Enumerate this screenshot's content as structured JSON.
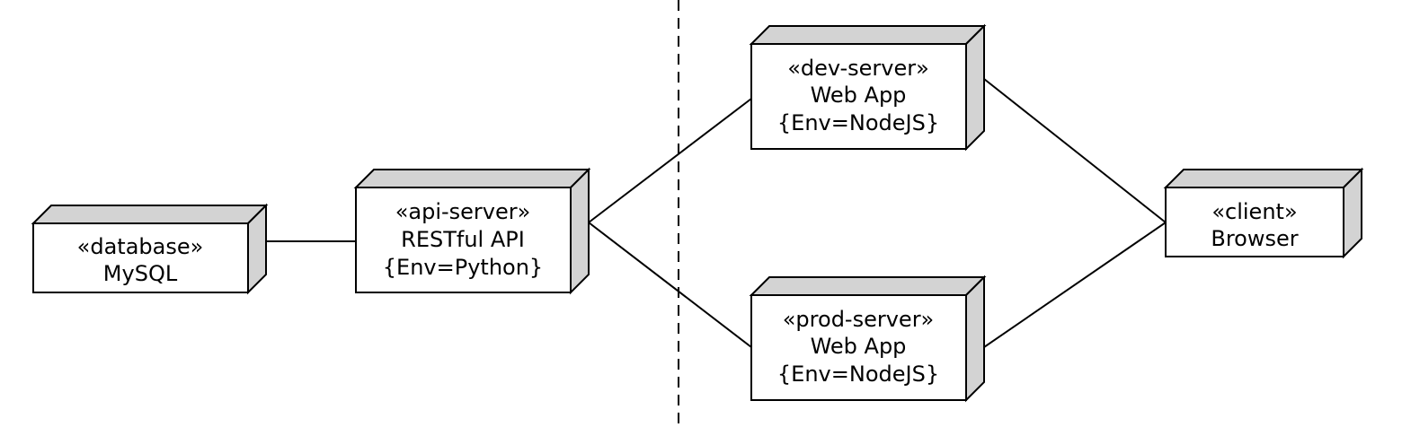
{
  "diagram": {
    "type": "deployment",
    "nodes": {
      "database": {
        "stereotype": "«database»",
        "name": "MySQL",
        "tag": ""
      },
      "api": {
        "stereotype": "«api-server»",
        "name": "RESTful API",
        "tag": "{Env=Python}"
      },
      "dev": {
        "stereotype": "«dev-server»",
        "name": "Web App",
        "tag": "{Env=NodeJS}"
      },
      "prod": {
        "stereotype": "«prod-server»",
        "name": "Web App",
        "tag": "{Env=NodeJS}"
      },
      "client": {
        "stereotype": "«client»",
        "name": "Browser",
        "tag": ""
      }
    },
    "connections": [
      [
        "database",
        "api"
      ],
      [
        "api",
        "dev"
      ],
      [
        "api",
        "prod"
      ],
      [
        "dev",
        "client"
      ],
      [
        "prod",
        "client"
      ]
    ],
    "colors": {
      "node_fill": "#ffffff",
      "node_side": "#d3d3d3",
      "line": "#000000"
    }
  }
}
